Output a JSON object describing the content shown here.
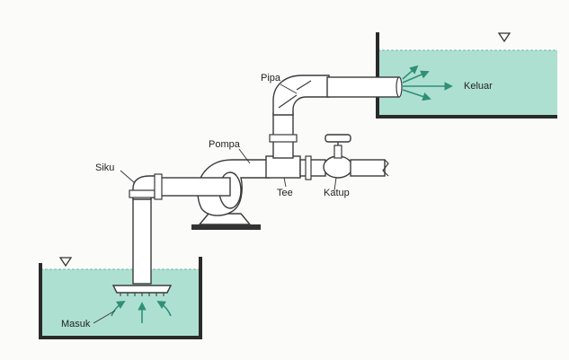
{
  "labels": {
    "pipa": "Pipa",
    "pompa": "Pompa",
    "siku": "Siku",
    "tee": "Tee",
    "katup": "Katup",
    "keluar": "Keluar",
    "masuk": "Masuk"
  },
  "colors": {
    "water": "#aee0d2",
    "water_edge": "#6bb8a3",
    "tank_wall": "#2a2a2a",
    "pipe_fill": "#ffffff",
    "pipe_stroke": "#3a3a3a",
    "arrow_color": "#2f8f78",
    "background": "#fbfbfa"
  }
}
